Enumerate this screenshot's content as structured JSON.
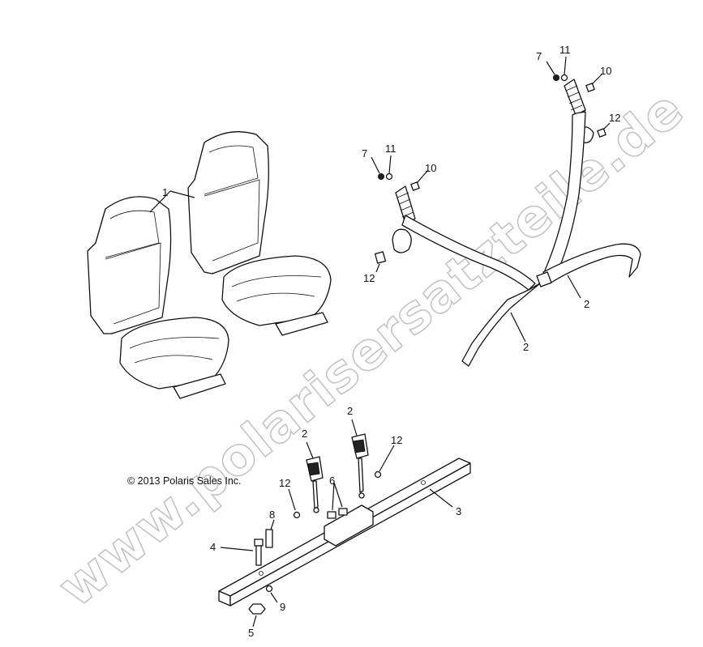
{
  "copyright": "© 2013 Polaris Sales Inc.",
  "watermark": "www.polarisersatzteile.de",
  "callouts": [
    {
      "id": "c1",
      "text": "1"
    },
    {
      "id": "c2a",
      "text": "2"
    },
    {
      "id": "c2b",
      "text": "2"
    },
    {
      "id": "c2c",
      "text": "2"
    },
    {
      "id": "c2d",
      "text": "2"
    },
    {
      "id": "c3",
      "text": "3"
    },
    {
      "id": "c4",
      "text": "4"
    },
    {
      "id": "c5",
      "text": "5"
    },
    {
      "id": "c6",
      "text": "6"
    },
    {
      "id": "c7a",
      "text": "7"
    },
    {
      "id": "c7b",
      "text": "7"
    },
    {
      "id": "c8",
      "text": "8"
    },
    {
      "id": "c9",
      "text": "9"
    },
    {
      "id": "c10a",
      "text": "10"
    },
    {
      "id": "c10b",
      "text": "10"
    },
    {
      "id": "c11a",
      "text": "11"
    },
    {
      "id": "c11b",
      "text": "11"
    },
    {
      "id": "c12a",
      "text": "12"
    },
    {
      "id": "c12b",
      "text": "12"
    },
    {
      "id": "c12c",
      "text": "12"
    },
    {
      "id": "c12d",
      "text": "12"
    }
  ]
}
